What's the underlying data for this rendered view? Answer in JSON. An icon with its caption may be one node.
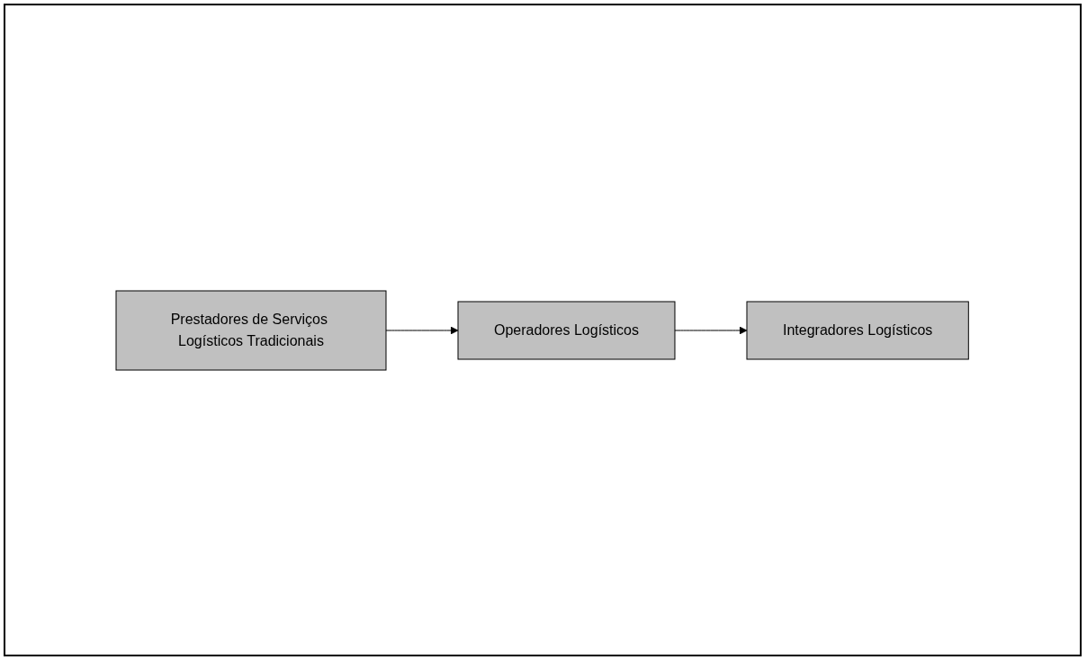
{
  "diagram": {
    "nodes": [
      {
        "text": [
          "Prestadores de Serviços Logísticos Tradicionais"
        ]
      },
      {
        "text": [
          "Operadores Logísticos"
        ]
      },
      {
        "text": [
          "Integradores Logísticos"
        ]
      }
    ],
    "edges": [
      {
        "from": 0,
        "to": 1,
        "arrow": "to"
      },
      {
        "from": 1,
        "to": 2,
        "arrow": "to"
      }
    ]
  }
}
